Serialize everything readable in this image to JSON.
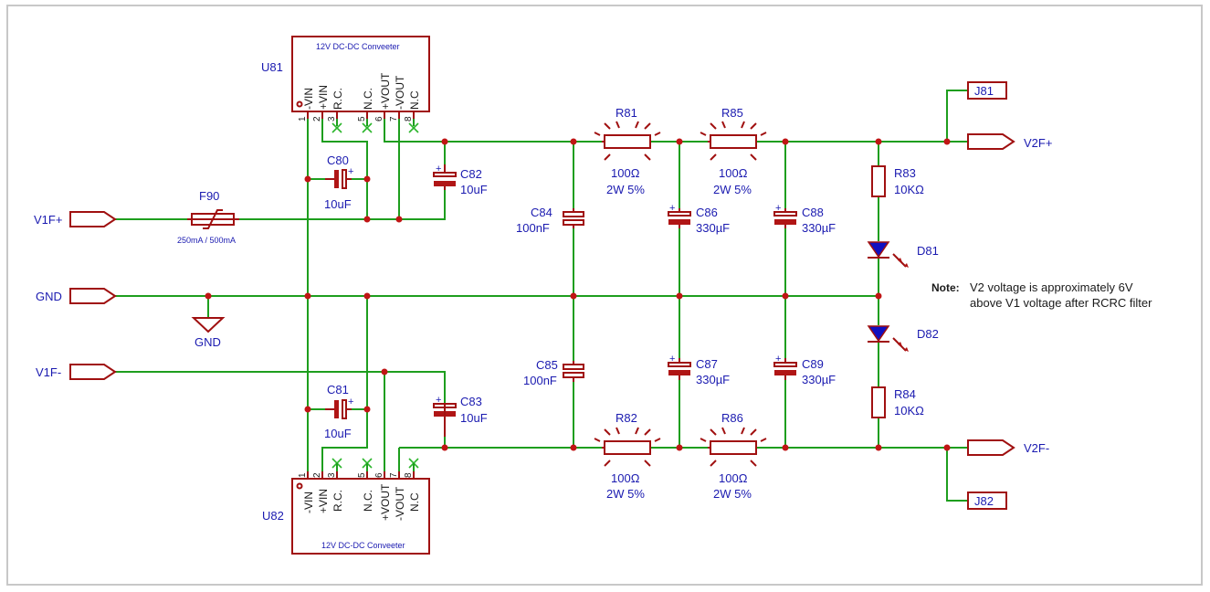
{
  "components": {
    "u81": {
      "ref": "U81",
      "title": "12V DC-DC Conveeter"
    },
    "u82": {
      "ref": "U82",
      "title": "12V DC-DC Conveeter"
    },
    "f90": {
      "ref": "F90",
      "rating": "250mA / 500mA"
    },
    "c80": {
      "ref": "C80",
      "value": "10uF"
    },
    "c81": {
      "ref": "C81",
      "value": "10uF"
    },
    "c82": {
      "ref": "C82",
      "value": "10uF"
    },
    "c83": {
      "ref": "C83",
      "value": "10uF"
    },
    "c84": {
      "ref": "C84",
      "value": "100nF"
    },
    "c85": {
      "ref": "C85",
      "value": "100nF"
    },
    "c86": {
      "ref": "C86",
      "value": "330µF"
    },
    "c87": {
      "ref": "C87",
      "value": "330µF"
    },
    "c88": {
      "ref": "C88",
      "value": "330µF"
    },
    "c89": {
      "ref": "C89",
      "value": "330µF"
    },
    "r81": {
      "ref": "R81",
      "value": "100Ω",
      "rating": "2W 5%"
    },
    "r82": {
      "ref": "R82",
      "value": "100Ω",
      "rating": "2W 5%"
    },
    "r85": {
      "ref": "R85",
      "value": "100Ω",
      "rating": "2W 5%"
    },
    "r86": {
      "ref": "R86",
      "value": "100Ω",
      "rating": "2W 5%"
    },
    "r83": {
      "ref": "R83",
      "value": "10KΩ"
    },
    "r84": {
      "ref": "R84",
      "value": "10KΩ"
    },
    "d81": {
      "ref": "D81"
    },
    "d82": {
      "ref": "D82"
    },
    "j81": {
      "ref": "J81"
    },
    "j82": {
      "ref": "J82"
    }
  },
  "pins": {
    "u81": {
      "names": [
        "-VIN",
        "+VIN",
        "R.C.",
        "N.C.",
        "+VOUT",
        "-VOUT",
        "N.C"
      ],
      "numbers": [
        "1",
        "2",
        "3",
        "5",
        "6",
        "7",
        "8"
      ]
    },
    "u82": {
      "names": [
        "-VIN",
        "+VIN",
        "R.C.",
        "N.C.",
        "+VOUT",
        "-VOUT",
        "N.C"
      ],
      "numbers": [
        "1",
        "2",
        "3",
        "5",
        "6",
        "7",
        "8"
      ]
    }
  },
  "ports": {
    "v1f_plus": "V1F+",
    "gnd": "GND",
    "v1f_minus": "V1F-",
    "v2f_plus": "V2F+",
    "v2f_minus": "V2F-",
    "gnd_symbol": "GND"
  },
  "note": {
    "label": "Note:",
    "line1": "V2 voltage is approximately 6V",
    "line2": "above V1 voltage after RCRC filter"
  },
  "colors": {
    "wire": "#1e9e1e",
    "component": "#a01010",
    "label": "#1a1ab0",
    "no_connect": "#2bb52b",
    "led_body": "#1010c0"
  }
}
